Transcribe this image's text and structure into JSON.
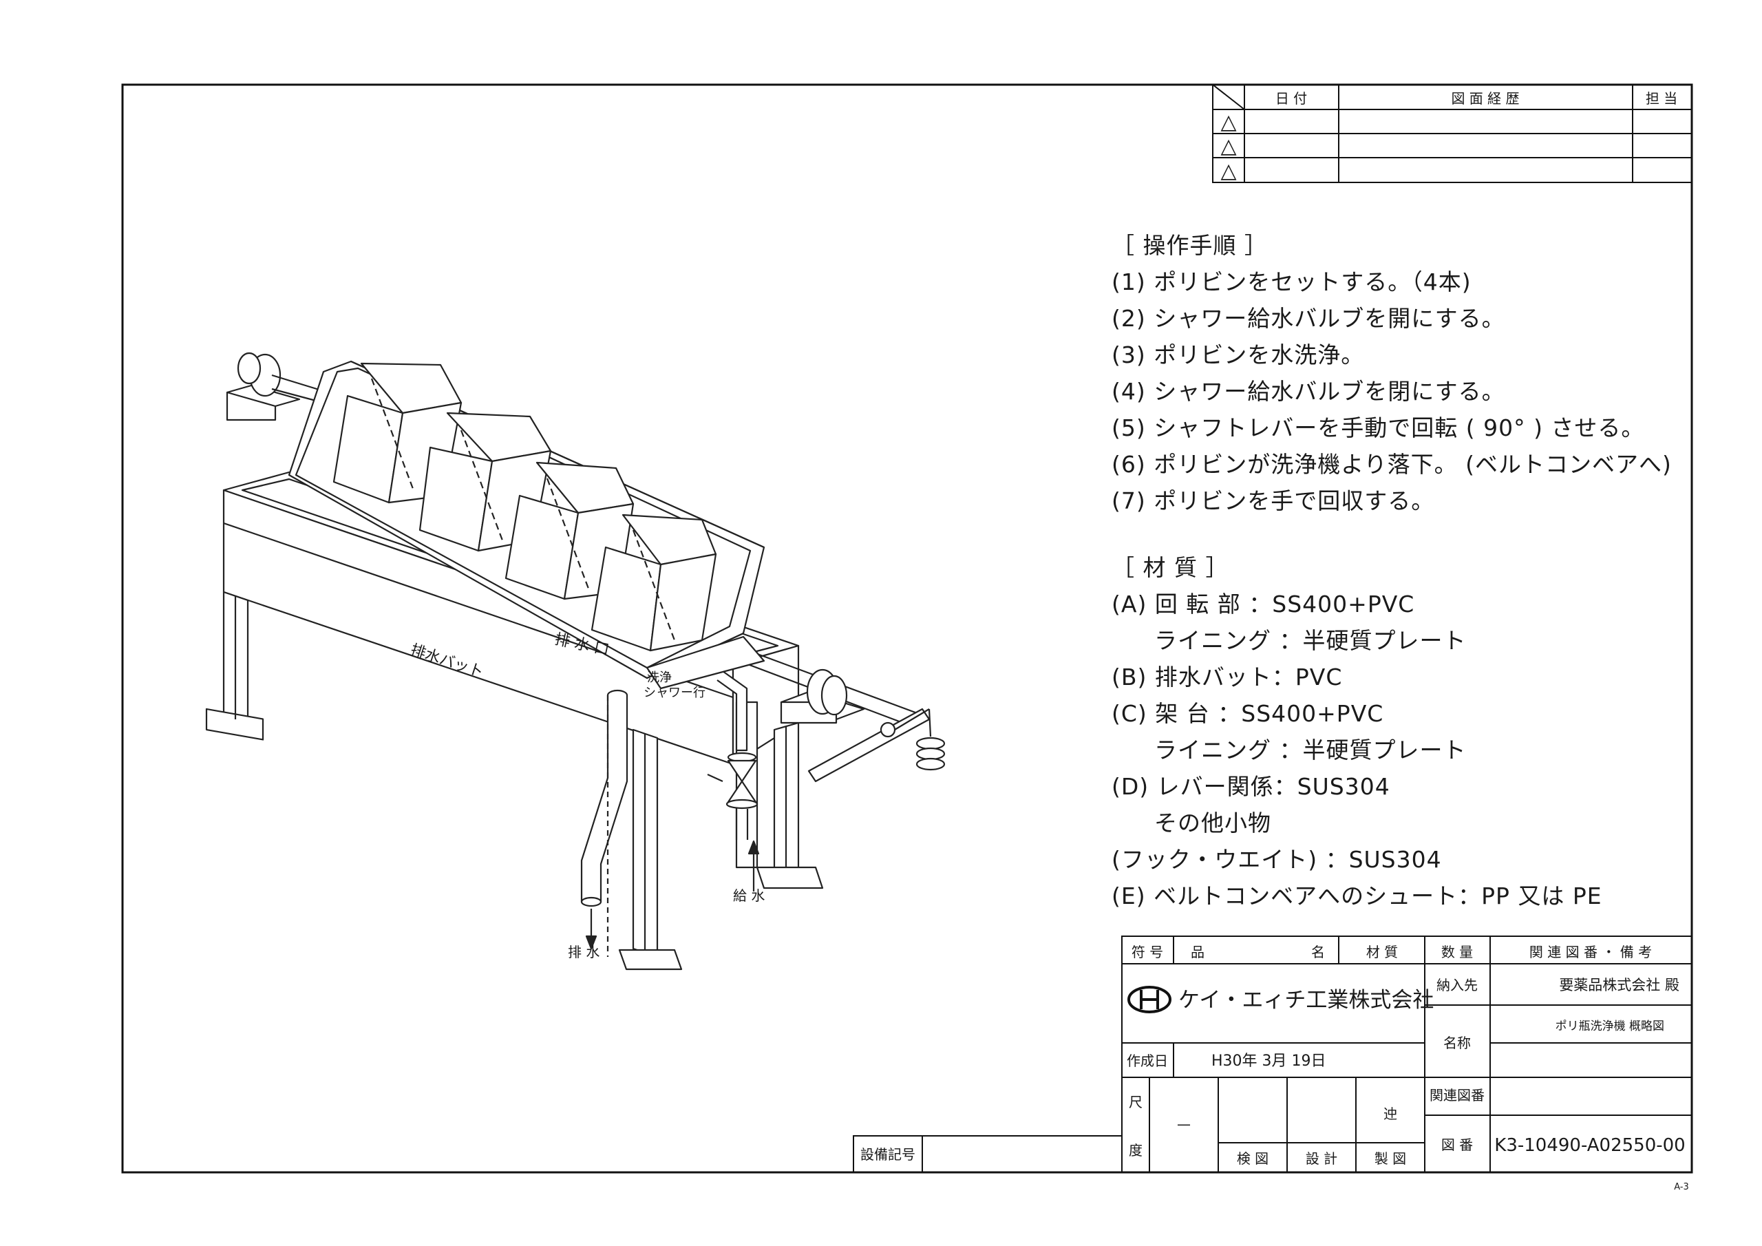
{
  "revision_table": {
    "headers": {
      "date": "日 付",
      "history": "図 面 経 歴",
      "person": "担 当"
    },
    "rows": [
      "△",
      "△",
      "△"
    ]
  },
  "procedure": {
    "heading": "［ 操作手順 ］",
    "steps": [
      "(1) ポリビンをセットする。（4本)",
      "(2) シャワー給水バルブを開にする。",
      "(3) ポリビンを水洗浄。",
      "(4) シャワー給水バルブを閉にする。",
      "(5) シャフトレバーを手動で回転 ( 90° ) させる。",
      "(6) ポリビンが洗浄機より落下。 (ベルトコンベアへ)",
      "(7) ポリビンを手で回収する。"
    ]
  },
  "materials": {
    "heading": "［ 材  質 ］",
    "items": [
      "(A) 回 転 部 ：SS400+PVC",
      "ライニング ：半硬質プレート",
      "(B) 排水バット：PVC",
      "(C) 架  台  ：SS400+PVC",
      "ライニング ：半硬質プレート",
      "(D) レバー関係：SUS304",
      "その他小物",
      "(フック・ウエイト) ：SUS304",
      "(E) ベルトコンベアへのシュート：PP 又は PE"
    ]
  },
  "drawing_labels": {
    "drain_vat": "排水バット",
    "drain_port": "排 水 口",
    "shower_line_1": "洗浄",
    "shower_line_2": "シャワー行",
    "water_supply": "給 水",
    "drain": "排 水"
  },
  "title_block": {
    "col_symbol": "符 号",
    "col_name_1": "品",
    "col_name_2": "名",
    "col_material": "材 質",
    "col_qty": "数 量",
    "col_related": "関 連 図 番 ・ 備 考",
    "company": "ケイ・エィチ工業株式会社",
    "delivery_label": "納入先",
    "delivery_value": "要薬品株式会社 殿",
    "name_label": "名称",
    "name_value": "ポリ瓶洗浄機 概略図",
    "created_label": "作成日",
    "created_value": "H30年  3月  19日",
    "scale_label_1": "尺",
    "scale_label_2": "度",
    "scale_value": "—",
    "approval_label": "迚",
    "check_label": "検 図",
    "design_label": "設 計",
    "draft_label": "製 図",
    "related_label": "関連図番",
    "drawing_no_label": "図 番",
    "drawing_no": "K3-10490-A02550-00",
    "equipment_code_label": "設備記号",
    "sheet_size": "A-3"
  }
}
